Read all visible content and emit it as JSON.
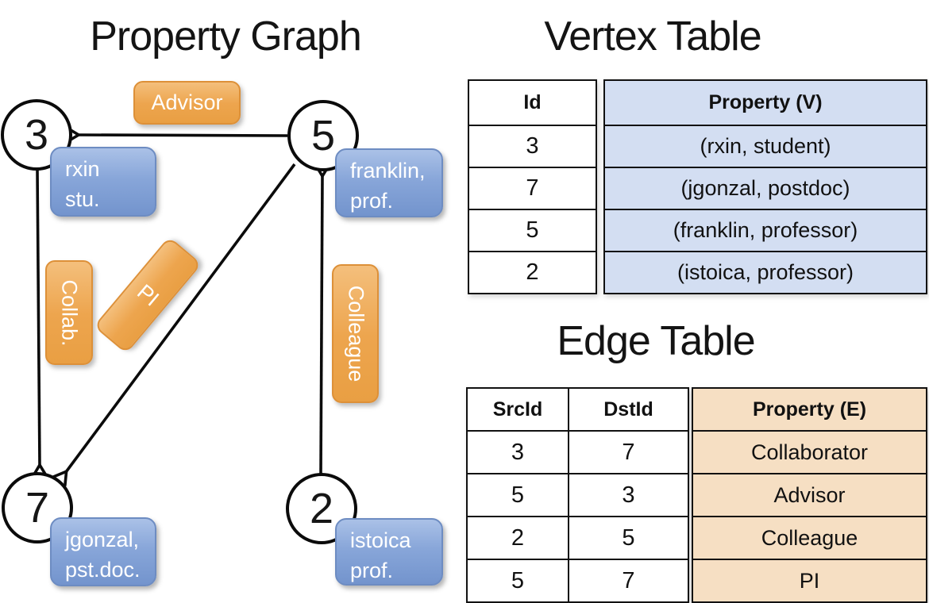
{
  "graph": {
    "title": "Property Graph",
    "nodes": [
      {
        "id": "3",
        "property_line1": "rxin",
        "property_line2": "stu."
      },
      {
        "id": "5",
        "property_line1": "franklin,",
        "property_line2": "prof."
      },
      {
        "id": "7",
        "property_line1": "jgonzal,",
        "property_line2": "pst.doc."
      },
      {
        "id": "2",
        "property_line1": "istoica",
        "property_line2": "prof."
      }
    ],
    "edge_labels": {
      "advisor": "Advisor",
      "collab": "Collab.",
      "pi": "PI",
      "colleague": "Colleague"
    }
  },
  "vertex_table": {
    "title": "Vertex Table",
    "headers": {
      "id": "Id",
      "property": "Property (V)"
    },
    "rows": [
      {
        "id": "3",
        "property": "(rxin, student)"
      },
      {
        "id": "7",
        "property": "(jgonzal, postdoc)"
      },
      {
        "id": "5",
        "property": "(franklin, professor)"
      },
      {
        "id": "2",
        "property": "(istoica, professor)"
      }
    ]
  },
  "edge_table": {
    "title": "Edge Table",
    "headers": {
      "src": "SrcId",
      "dst": "DstId",
      "property": "Property (E)"
    },
    "rows": [
      {
        "src": "3",
        "dst": "7",
        "property": "Collaborator"
      },
      {
        "src": "5",
        "dst": "3",
        "property": "Advisor"
      },
      {
        "src": "2",
        "dst": "5",
        "property": "Colleague"
      },
      {
        "src": "5",
        "dst": "7",
        "property": "PI"
      }
    ]
  },
  "colors": {
    "edge_label_orange_top": "#f4bf7c",
    "edge_label_orange_bottom": "#e99f43",
    "vertex_box_blue_top": "#aac1e7",
    "vertex_box_blue_bottom": "#7394cd",
    "vertex_table_fill": "#d3def2",
    "edge_table_fill": "#f6dfc3",
    "line_color": "#0b0b0b"
  }
}
